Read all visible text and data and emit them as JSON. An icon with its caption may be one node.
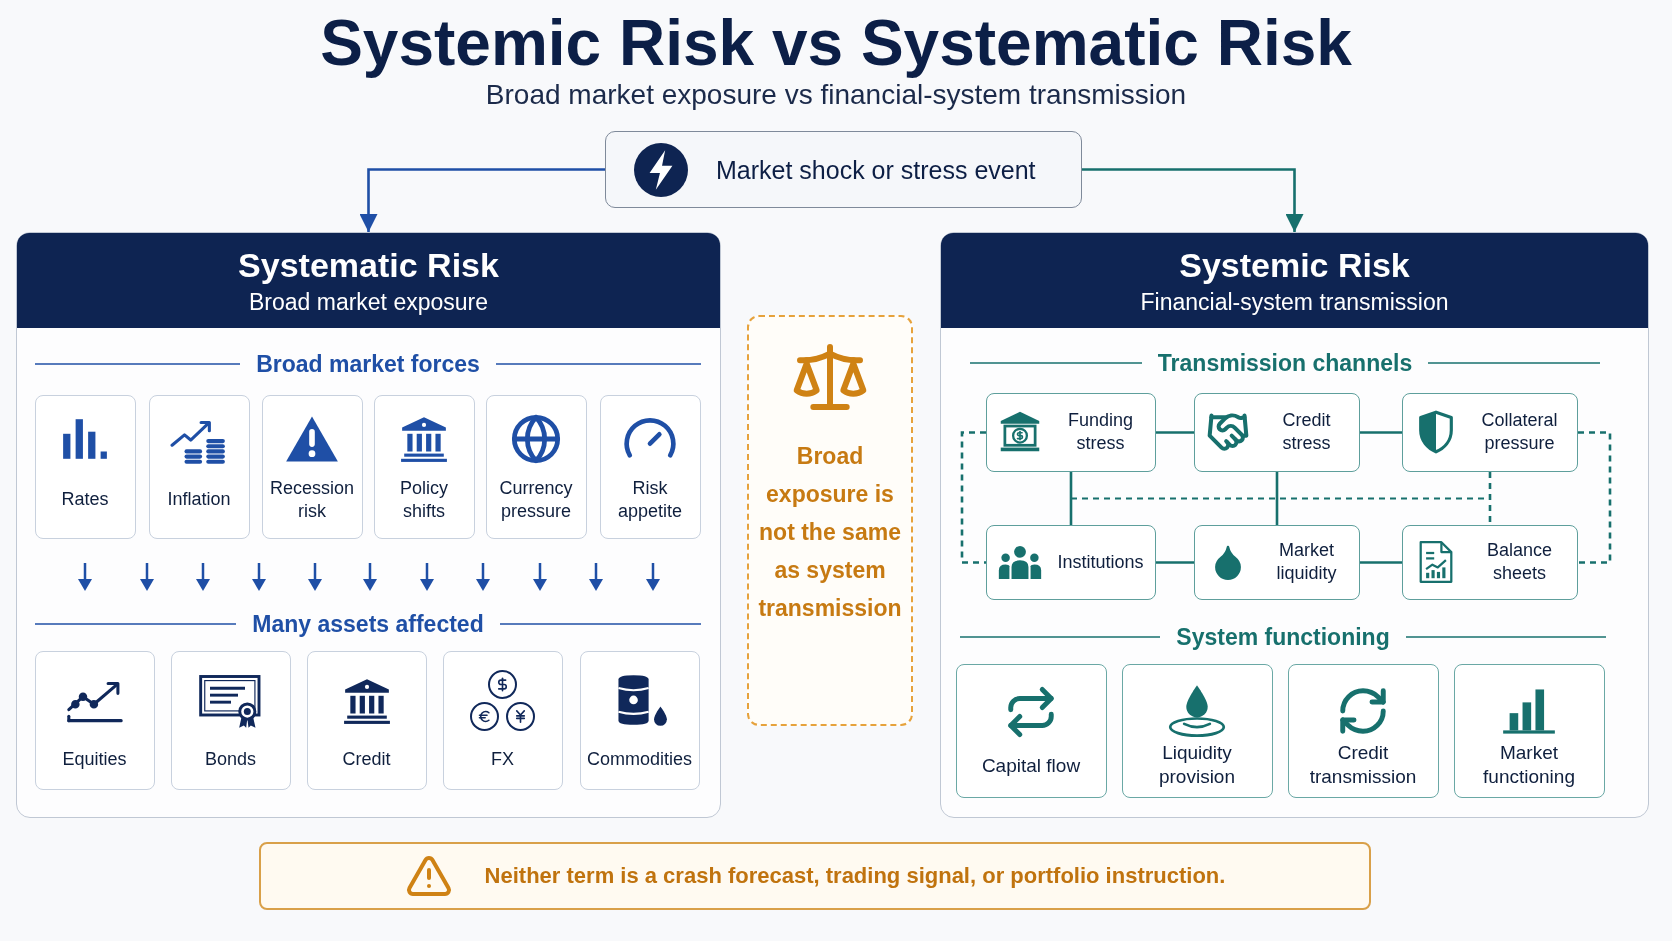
{
  "diagram": {
    "title": "Systemic Risk vs Systematic Risk",
    "nodes": [
      {
        "text": [
          "Market shock or stress event"
        ]
      },
      {
        "text": [
          "Systematic Risk",
          "Broad market exposure"
        ]
      },
      {
        "text": [
          "Rates"
        ],
        "in": 1
      },
      {
        "text": [
          "Inflation"
        ],
        "in": 1
      },
      {
        "text": [
          "Recession risk"
        ],
        "in": 1
      },
      {
        "text": [
          "Policy shifts"
        ],
        "in": 1
      },
      {
        "text": [
          "Currency pressure"
        ],
        "in": 1
      },
      {
        "text": [
          "Risk appetite"
        ],
        "in": 1
      },
      {
        "text": [
          "Equities"
        ],
        "in": 1
      },
      {
        "text": [
          "Bonds"
        ],
        "in": 1
      },
      {
        "text": [
          "Credit"
        ],
        "in": 1
      },
      {
        "text": [
          "FX"
        ],
        "in": 1
      },
      {
        "text": [
          "Commodities"
        ],
        "in": 1
      },
      {
        "text": [
          "Broad exposure is not the same as system transmission"
        ]
      },
      {
        "text": [
          "Systemic Risk",
          "Financial-system transmission"
        ]
      },
      {
        "text": [
          "Funding stress"
        ],
        "in": 14
      },
      {
        "text": [
          "Credit stress"
        ],
        "in": 14
      },
      {
        "text": [
          "Collateral pressure"
        ],
        "in": 14
      },
      {
        "text": [
          "Institutions"
        ],
        "in": 14
      },
      {
        "text": [
          "Market liquidity"
        ],
        "in": 14
      },
      {
        "text": [
          "Balance sheets"
        ],
        "in": 14
      },
      {
        "text": [
          "Capital flow"
        ],
        "in": 14
      },
      {
        "text": [
          "Liquidity provision"
        ],
        "in": 14
      },
      {
        "text": [
          "Credit transmission"
        ],
        "in": 14
      },
      {
        "text": [
          "Market functioning"
        ],
        "in": 14
      },
      {
        "text": [
          "Neither term is a crash forecast, trading signal, or portfolio instruction."
        ]
      }
    ],
    "edges": [
      {
        "from": 0,
        "to": 1,
        "arrow": "to",
        "color": "#1f4fa6"
      },
      {
        "from": 0,
        "to": 14,
        "arrow": "to"
      },
      {
        "from": 15,
        "to": 16,
        "arrow": "none"
      },
      {
        "from": 16,
        "to": 17,
        "arrow": "none"
      },
      {
        "from": 18,
        "to": 19,
        "arrow": "none"
      },
      {
        "from": 19,
        "to": 20,
        "arrow": "none"
      },
      {
        "from": 15,
        "to": 18,
        "arrow": "none"
      },
      {
        "from": 16,
        "to": 19,
        "arrow": "none"
      },
      {
        "from": 17,
        "to": 20,
        "arrow": "none",
        "style": "dashed"
      },
      {
        "from": 15,
        "to": 18,
        "arrow": "none",
        "style": "dashed"
      },
      {
        "from": 17,
        "to": 20,
        "arrow": "none",
        "style": "dashed"
      }
    ],
    "labels": [
      "Broad market exposure vs financial-system transmission",
      "Broad market forces",
      "Many assets affected",
      "Transmission channels",
      "System functioning"
    ]
  }
}
